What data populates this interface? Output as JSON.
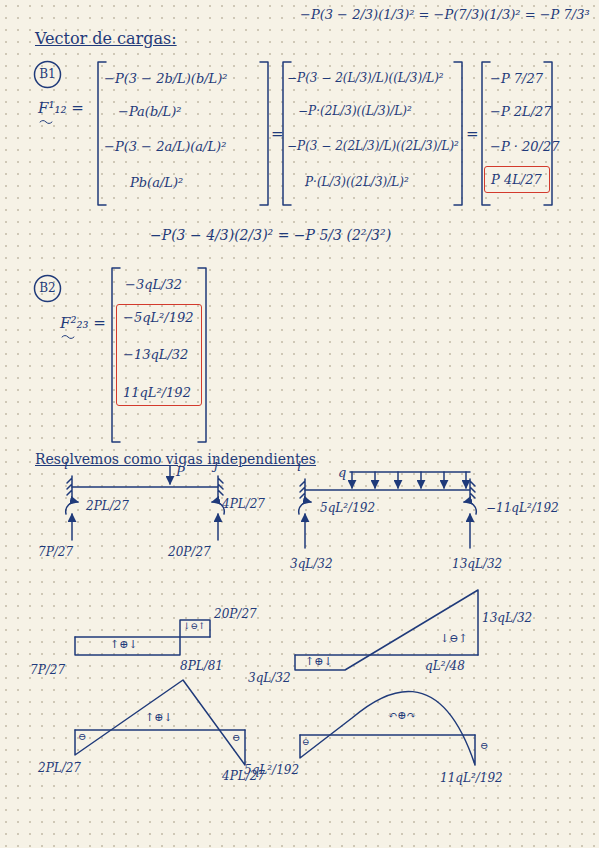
{
  "diagram": {
    "nodes": [
      {
        "text": [
          "B1"
        ]
      },
      {
        "text": [
          "B2"
        ]
      },
      {
        "text": [
          "P 4L/27"
        ]
      },
      {
        "text": [
          "−5qL²/192",
          "−13qL/32",
          "11qL²/192"
        ]
      }
    ],
    "labels": [
      "Vector de cargas:",
      "−P(3 − 2/3)(1/3)² = −P(7/3)(1/3)² = −P 7/3³",
      "F¹₁₂ =",
      "−P(3 − 2b/L)(b/L)²",
      "−Pa(b/L)²",
      "−P(3 − 2a/L)(a/L)²",
      "Pb(a/L)²",
      "=",
      "−P(3 − 2(L/3)/L)((L/3)/L)²",
      "−P·(2L/3)((L/3)/L)²",
      "−P(3 − 2(2L/3)/L)((2L/3)/L)²",
      "P·(L/3)((2L/3)/L)²",
      "=",
      "−P 7/27",
      "−P 2L/27",
      "−P · 20/27",
      "−P(3 − 4/3)(2/3)² = −P 5/3 (2²/3²)",
      "F²₂₃ =",
      "−3qL/32",
      "Resolvemos como vigas independientes",
      "i",
      "j",
      "P",
      "2PL/27",
      "7P/27",
      "20P/27",
      "4PL/27",
      "i",
      "q",
      "5qL²/192",
      "−11qL²/192",
      "3qL/32",
      "13qL/32",
      "↑⊕↓",
      "↓⊖↑",
      "20P/27",
      "7P/27",
      "8PL/81",
      "⊖",
      "↑⊕↓",
      "⊖",
      "2PL/27",
      "4PL/27",
      "↑⊕↓",
      "↓⊖↑",
      "13qL/32",
      "3qL/32",
      "qL²/48",
      "⊖",
      "↶⊕↷",
      "⊖",
      "5qL²/192",
      "11qL²/192"
    ]
  }
}
